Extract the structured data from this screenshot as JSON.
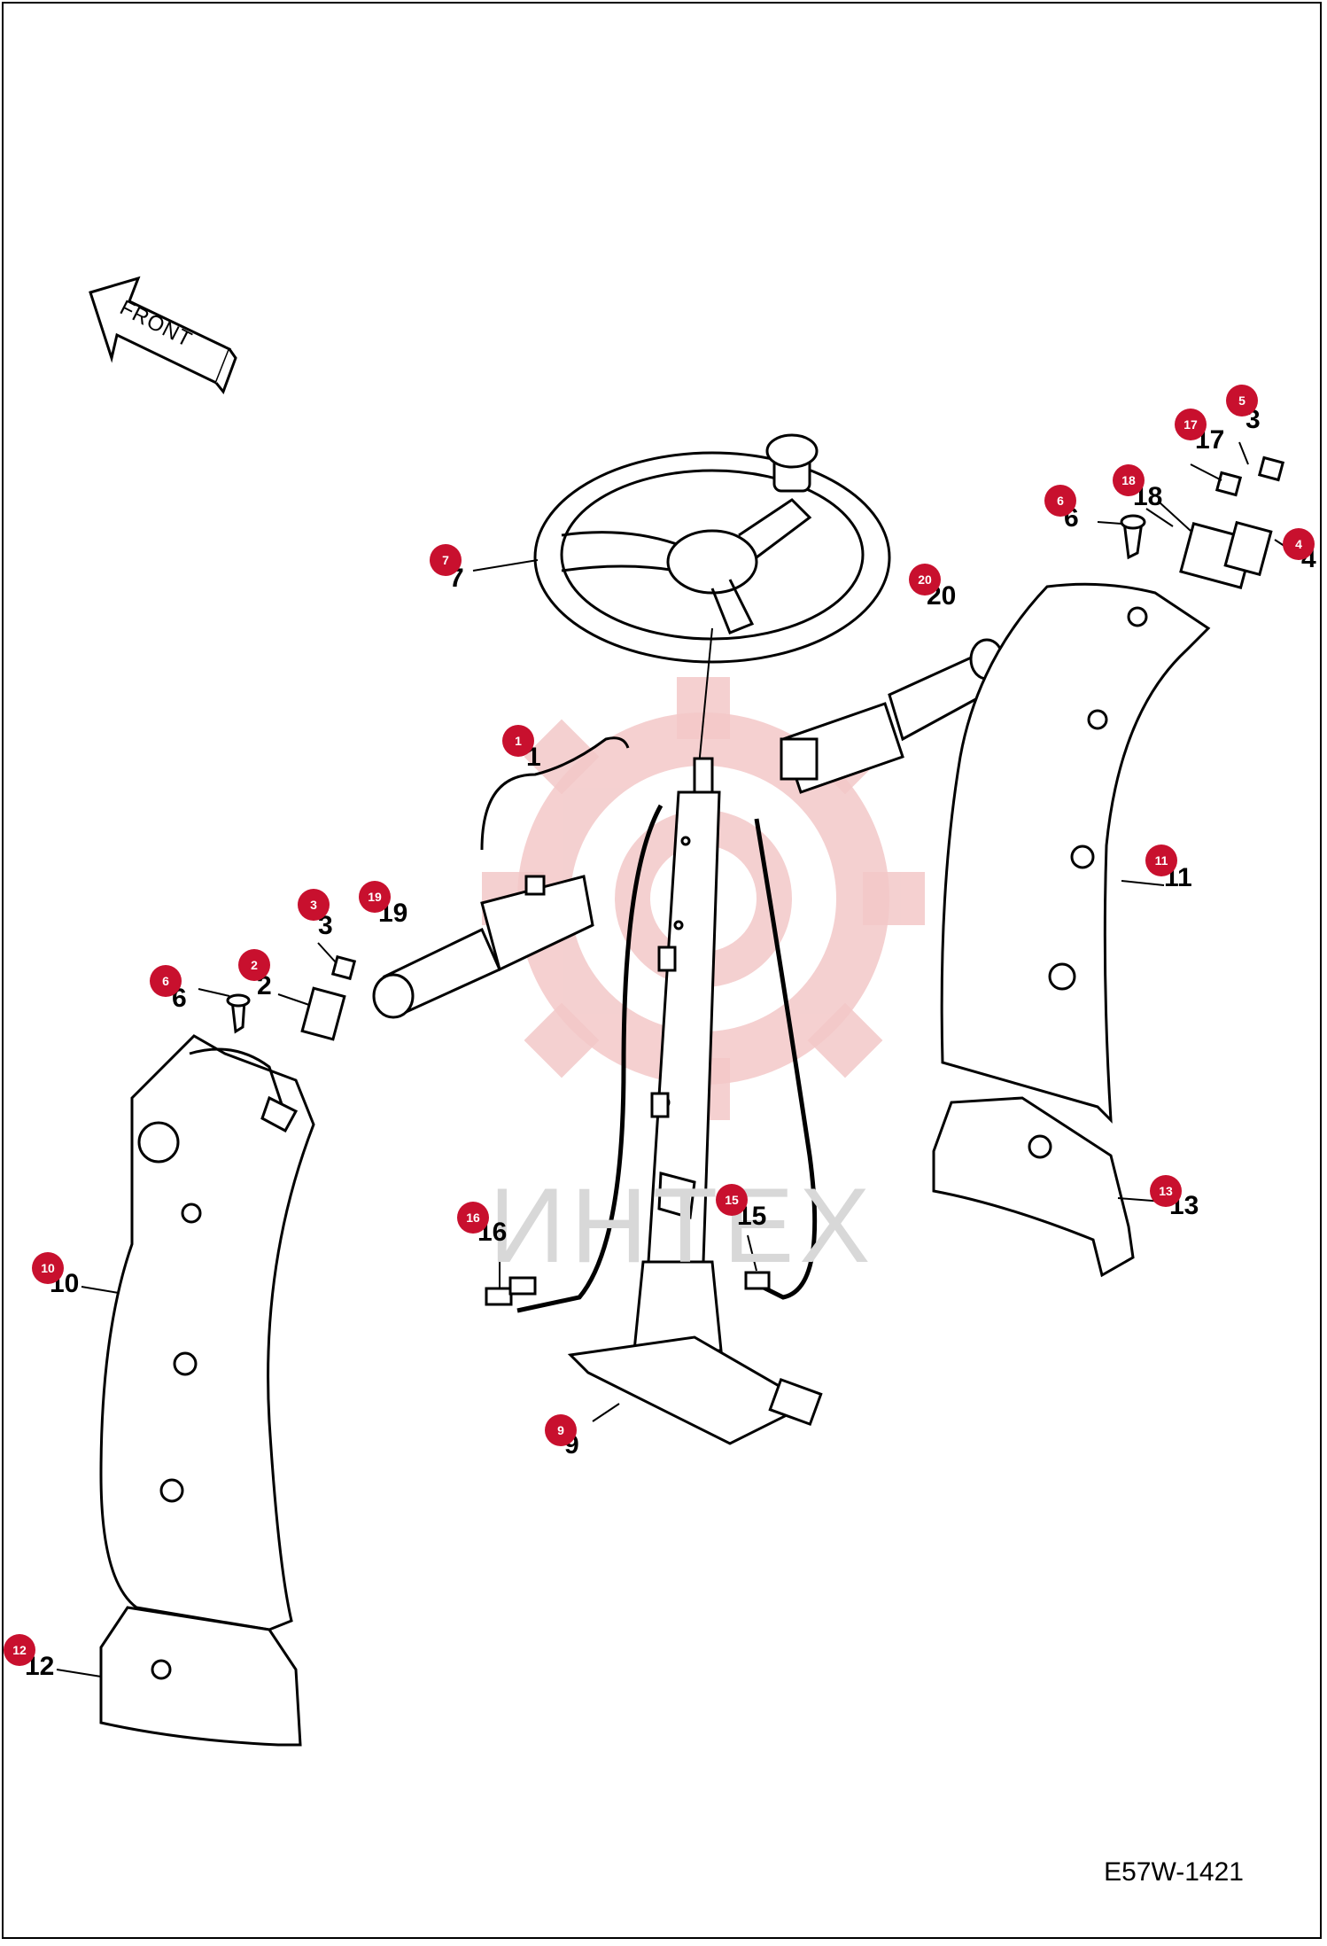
{
  "drawing": {
    "front_label": "FRONT",
    "code": "E57W-1421",
    "watermark_text": "ИНТЕХ"
  },
  "parts": [
    {
      "id": "p1",
      "label": "1"
    },
    {
      "id": "p2",
      "label": "2"
    },
    {
      "id": "p3a",
      "label": "3"
    },
    {
      "id": "p3b",
      "label": "3"
    },
    {
      "id": "p4",
      "label": "4"
    },
    {
      "id": "p5",
      "label": "5"
    },
    {
      "id": "p6a",
      "label": "6"
    },
    {
      "id": "p6b",
      "label": "6"
    },
    {
      "id": "p7",
      "label": "7"
    },
    {
      "id": "p9",
      "label": "9"
    },
    {
      "id": "p10",
      "label": "10"
    },
    {
      "id": "p11",
      "label": "11"
    },
    {
      "id": "p12",
      "label": "12"
    },
    {
      "id": "p13",
      "label": "13"
    },
    {
      "id": "p15",
      "label": "15"
    },
    {
      "id": "p16",
      "label": "16"
    },
    {
      "id": "p17",
      "label": "17"
    },
    {
      "id": "p18",
      "label": "18"
    },
    {
      "id": "p19",
      "label": "19"
    },
    {
      "id": "p20",
      "label": "20"
    }
  ],
  "callouts": [
    {
      "label": "1"
    },
    {
      "label": "2"
    },
    {
      "label": "3"
    },
    {
      "label": "4"
    },
    {
      "label": "5"
    },
    {
      "label": "6"
    },
    {
      "label": "6"
    },
    {
      "label": "7"
    },
    {
      "label": "9"
    },
    {
      "label": "10"
    },
    {
      "label": "11"
    },
    {
      "label": "12"
    },
    {
      "label": "13"
    },
    {
      "label": "15"
    },
    {
      "label": "16"
    },
    {
      "label": "17"
    },
    {
      "label": "18"
    },
    {
      "label": "19"
    },
    {
      "label": "20"
    }
  ],
  "colors": {
    "callout": "#c8102e",
    "line": "#000000",
    "watermark": "#f3c8c8"
  }
}
